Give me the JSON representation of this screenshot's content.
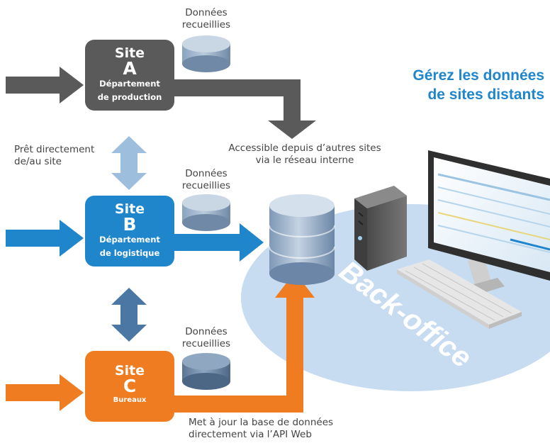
{
  "headline": {
    "line1": "Gérez les données",
    "line2": "de sites distants"
  },
  "sites": {
    "a": {
      "word": "Site",
      "letter": "A",
      "dept_line1": "Département",
      "dept_line2": "de production",
      "color": "#5a5a5a"
    },
    "b": {
      "word": "Site",
      "letter": "B",
      "dept_line1": "Département",
      "dept_line2": "de logistique",
      "color": "#1f86cc"
    },
    "c": {
      "word": "Site",
      "letter": "C",
      "dept_line1": "Bureaux",
      "color": "#f07c22"
    }
  },
  "collected": {
    "a": {
      "line1": "Données",
      "line2": "recueillies"
    },
    "b": {
      "line1": "Données",
      "line2": "recueillies"
    },
    "c": {
      "line1": "Données",
      "line2": "recueillies"
    }
  },
  "notes": {
    "loan_line1": "Prêt directement",
    "loan_line2": "de/au site",
    "access_line1": "Accessible depuis d’autres sites",
    "access_line2": "via le réseau interne",
    "api_line1": "Met à jour la base de données",
    "api_line2": "directement via l’API Web"
  },
  "backoffice": {
    "label": "Back-office",
    "ellipse_color": "#c7dcf0"
  }
}
